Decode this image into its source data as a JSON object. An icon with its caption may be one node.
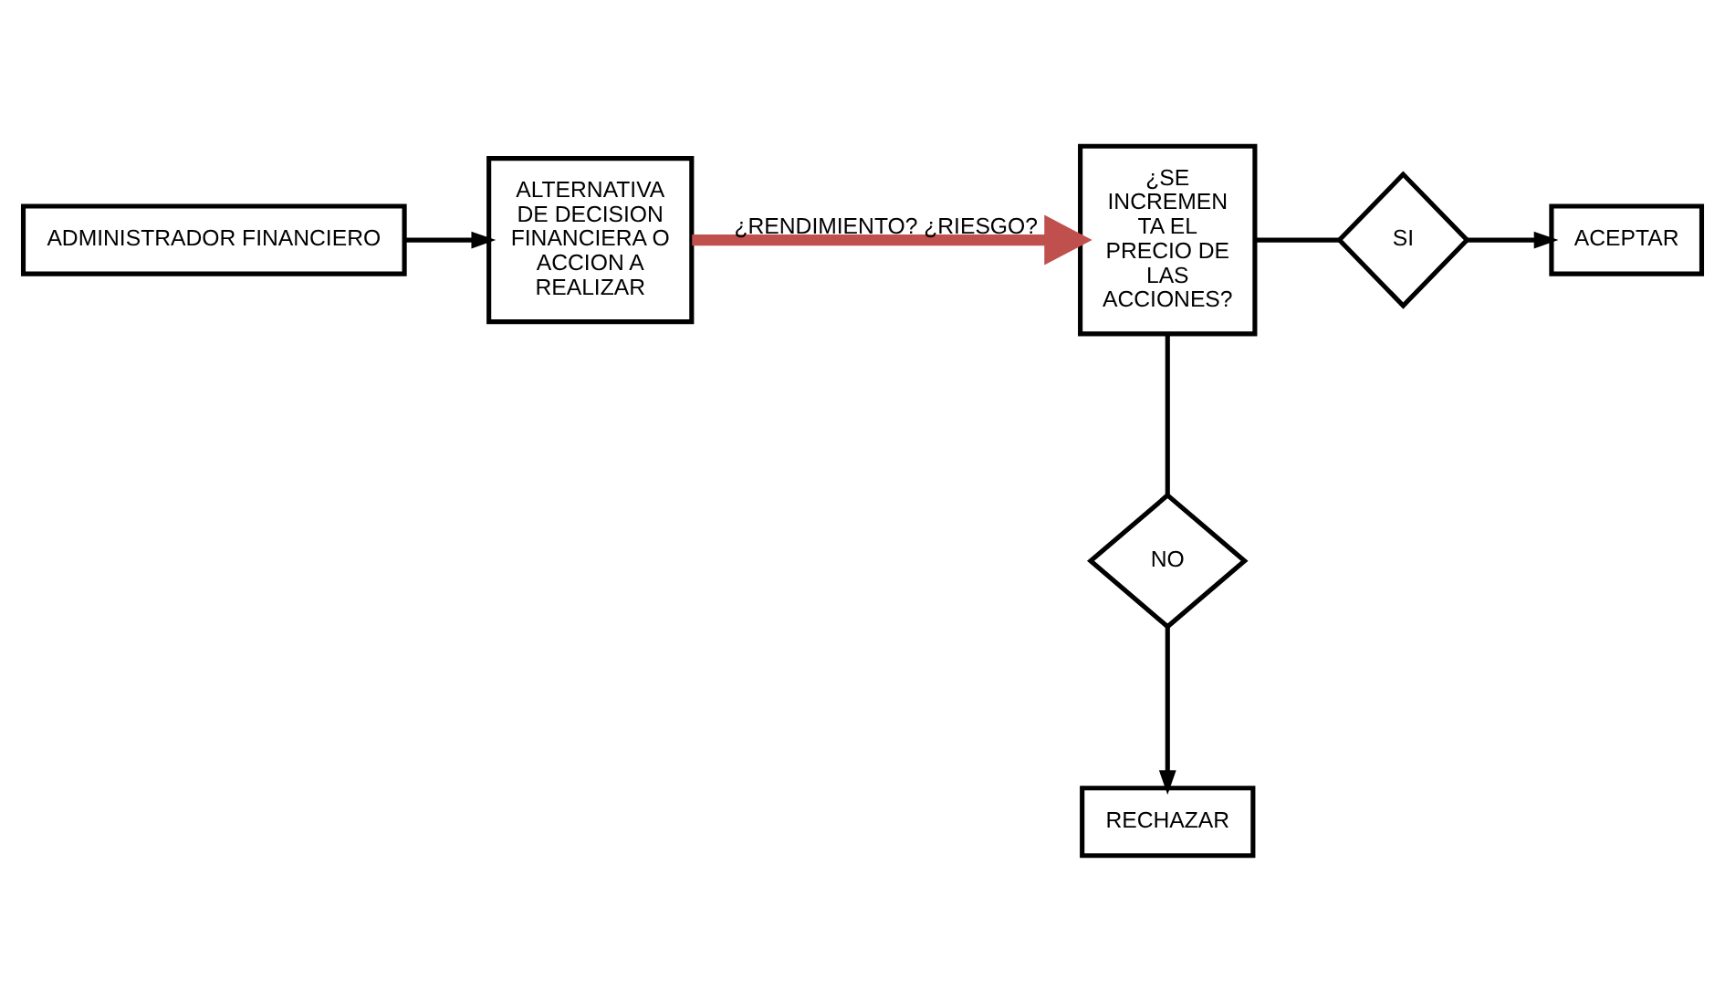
{
  "diagram": {
    "nodes": [
      {
        "text": [
          "ADMINISTRADOR FINANCIERO"
        ]
      },
      {
        "text": [
          "ALTERNATIVA DE DECISION FINANCIERA O ACCION A REALIZAR"
        ]
      },
      {
        "text": [
          "¿SE INCREMEN TA EL PRECIO DE LAS ACCIONES?"
        ]
      },
      {
        "text": [
          "SI"
        ]
      },
      {
        "text": [
          "ACEPTAR"
        ]
      },
      {
        "text": [
          "NO"
        ]
      },
      {
        "text": [
          "RECHAZAR"
        ]
      }
    ],
    "edges": [
      {
        "from": 0,
        "to": 1,
        "arrow": "to"
      },
      {
        "from": 1,
        "to": 2,
        "arrow": "to",
        "label": "¿RENDIMIENTO? ¿RIESGO?",
        "style": "thick",
        "color": "#c0504d"
      },
      {
        "from": 2,
        "to": 3,
        "arrow": "none"
      },
      {
        "from": 3,
        "to": 4,
        "arrow": "to"
      },
      {
        "from": 2,
        "to": 5,
        "arrow": "none"
      },
      {
        "from": 5,
        "to": 6,
        "arrow": "to"
      }
    ]
  }
}
